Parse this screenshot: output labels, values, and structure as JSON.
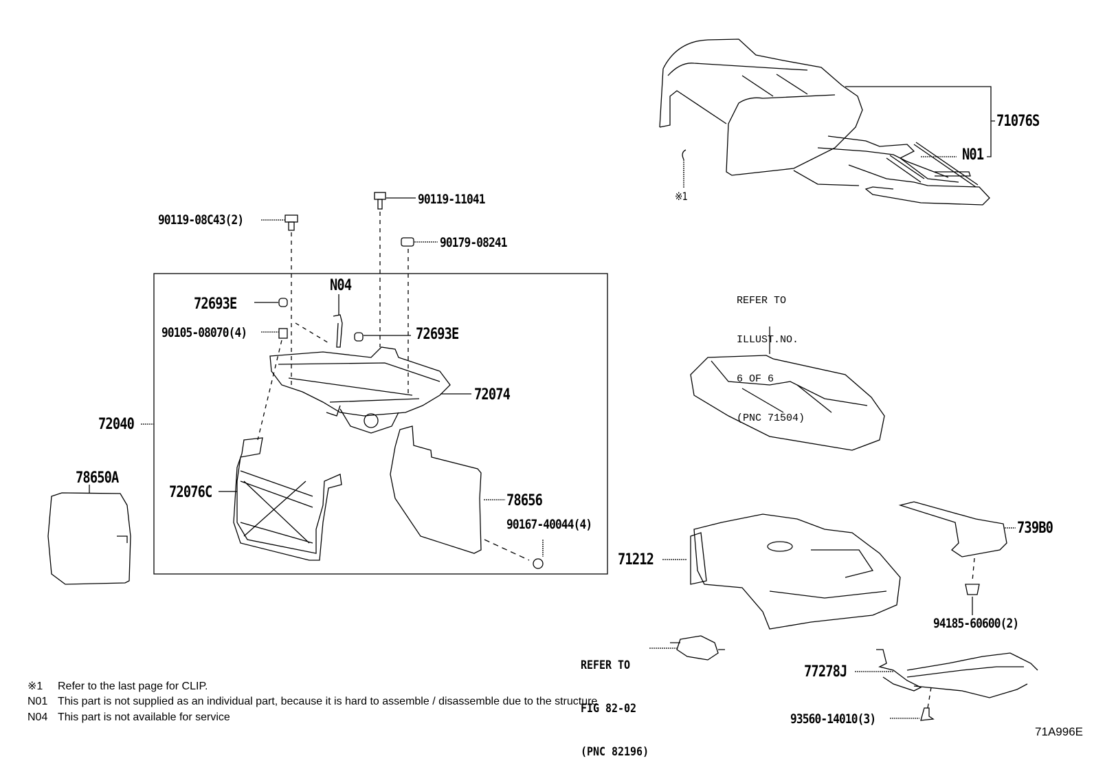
{
  "diagram": {
    "code": "71A996E",
    "parts": {
      "p71076S": "71076S",
      "pN01": "N01",
      "pClip": "※1",
      "p90119_11041": "90119-11041",
      "p90119_08C43": "90119-08C43(2)",
      "p90179_08241": "90179-08241",
      "pN04": "N04",
      "p72693E_a": "72693E",
      "p90105_08070": "90105-08070(4)",
      "p72693E_b": "72693E",
      "p72074": "72074",
      "p72040": "72040",
      "p78650A": "78650A",
      "p72076C": "72076C",
      "p78656": "78656",
      "p90167_40044": "90167-40044(4)",
      "p71212": "71212",
      "p739B0": "739B0",
      "p94185_60600": "94185-60600(2)",
      "p77278J": "77278J",
      "p93560_14010": "93560-14010(3)"
    },
    "references": {
      "illust": [
        "REFER TO",
        "ILLUST.NO.",
        "6 OF 6",
        "(PNC 71504)"
      ],
      "fig": [
        "REFER TO",
        "FIG 82-02",
        "(PNC 82196)"
      ]
    },
    "notes": [
      {
        "key": "※1",
        "text": "Refer to the last page for CLIP."
      },
      {
        "key": "N01",
        "text": "This part is not supplied as an individual part, because it is hard to assemble / disassemble due to the structure"
      },
      {
        "key": "N04",
        "text": "This part is not available for service"
      }
    ]
  }
}
